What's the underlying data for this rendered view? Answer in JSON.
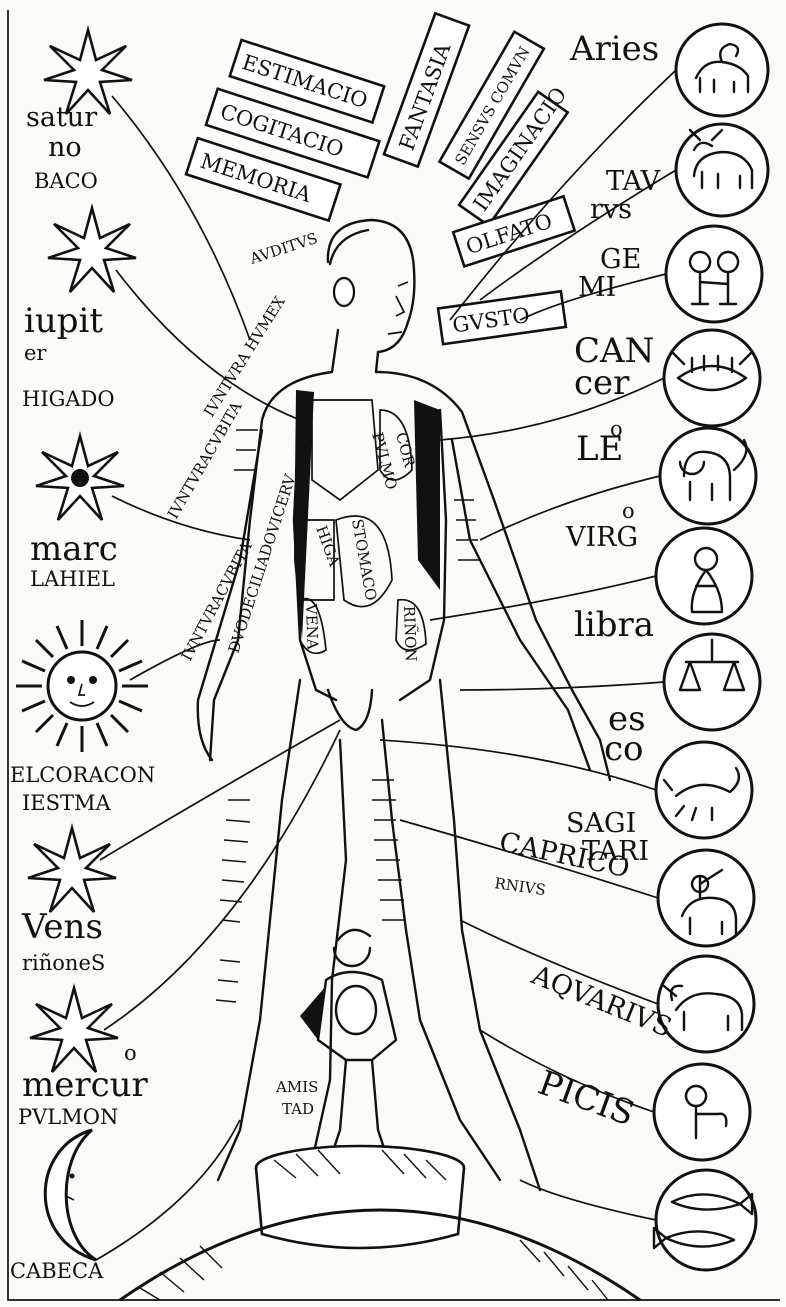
{
  "planets": [
    {
      "name": "satur",
      "sub": "no",
      "organ": "BACO"
    },
    {
      "name": "iupit",
      "sub": "er",
      "organ": "HIGADO"
    },
    {
      "name": "marc",
      "organ": "LAHIEL"
    },
    {
      "organ_lines": [
        "ELCORACON",
        "IESTMA"
      ]
    },
    {
      "name": "Vens",
      "organ": "riñoneS"
    },
    {
      "name": "mercur",
      "sup": "o",
      "organ": "PVLMON"
    },
    {
      "organ": "CABECA"
    }
  ],
  "zodiac": [
    {
      "name": "Aries"
    },
    {
      "lines": [
        "TAV",
        "rvs"
      ]
    },
    {
      "lines": [
        "GE",
        "MI"
      ]
    },
    {
      "lines": [
        "CAN",
        "cer"
      ]
    },
    {
      "lines": [
        "LE",
        "o"
      ]
    },
    {
      "lines": [
        "o",
        "VIRG"
      ]
    },
    {
      "name": "libra"
    },
    {
      "lines": [
        "es",
        "co"
      ]
    },
    {
      "lines": [
        "SAGI",
        "TARI"
      ]
    },
    {
      "lines": [
        "CAPRICO",
        "RNIVS"
      ]
    },
    {
      "name": "AQVARIVS"
    },
    {
      "name": "PICIS"
    }
  ],
  "banners": [
    "ESTIMACIO",
    "FANTASIA",
    "COGITACIO",
    "SENSVS COMVN",
    "MEMORIA",
    "IMAGINACIO",
    "OLFATO",
    "GVSTO"
  ],
  "body_labels": {
    "auditus": "AVDITVS",
    "junctura1": "IVNTVRA HVMEX",
    "junctura2": "IVNTVRACVBITA",
    "junctura3": "IVNTVRACVBITA",
    "duodeno": "DVODECILIADOVICERV",
    "pulmo": "PVLMO",
    "cor": "COR",
    "stomaco": "STOMACO",
    "higa": "HIGA",
    "vena": "VENA",
    "rinon": "RIÑON",
    "amistad": [
      "AMIS",
      "TAD"
    ]
  }
}
